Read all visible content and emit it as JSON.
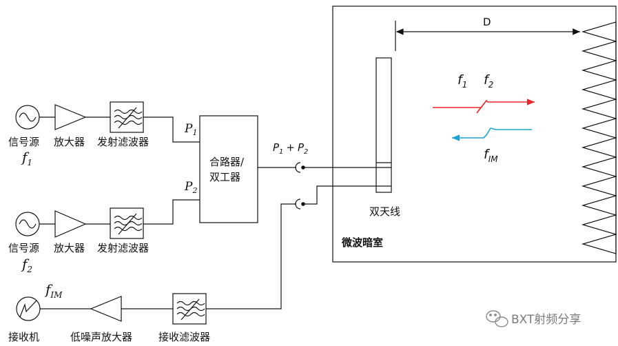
{
  "blocks": {
    "source_label": "信号源",
    "amplifier_label": "放大器",
    "tx_filter_label": "发射滤波器",
    "combiner_line1": "合路器/",
    "combiner_line2": "双工器",
    "antenna_label": "双天线",
    "chamber_label": "微波暗室",
    "receiver_label": "接收机",
    "lna_label": "低噪声放大器",
    "rx_filter_label": "接收滤波器"
  },
  "symbols": {
    "f": "f",
    "sub_1": "1",
    "sub_2": "2",
    "sub_im": "IM",
    "P": "P",
    "plus": "+",
    "D": "D"
  },
  "watermark": "BXT射频分享",
  "colors": {
    "forward_arrow": "#e8262a",
    "reflected_arrow": "#1aa1d6",
    "line": "#111111"
  },
  "icons": [
    "sine-source-icon",
    "amplifier-icon",
    "filter-icon",
    "connector-icon",
    "absorber-icon",
    "receiver-icon",
    "wechat-icon"
  ]
}
